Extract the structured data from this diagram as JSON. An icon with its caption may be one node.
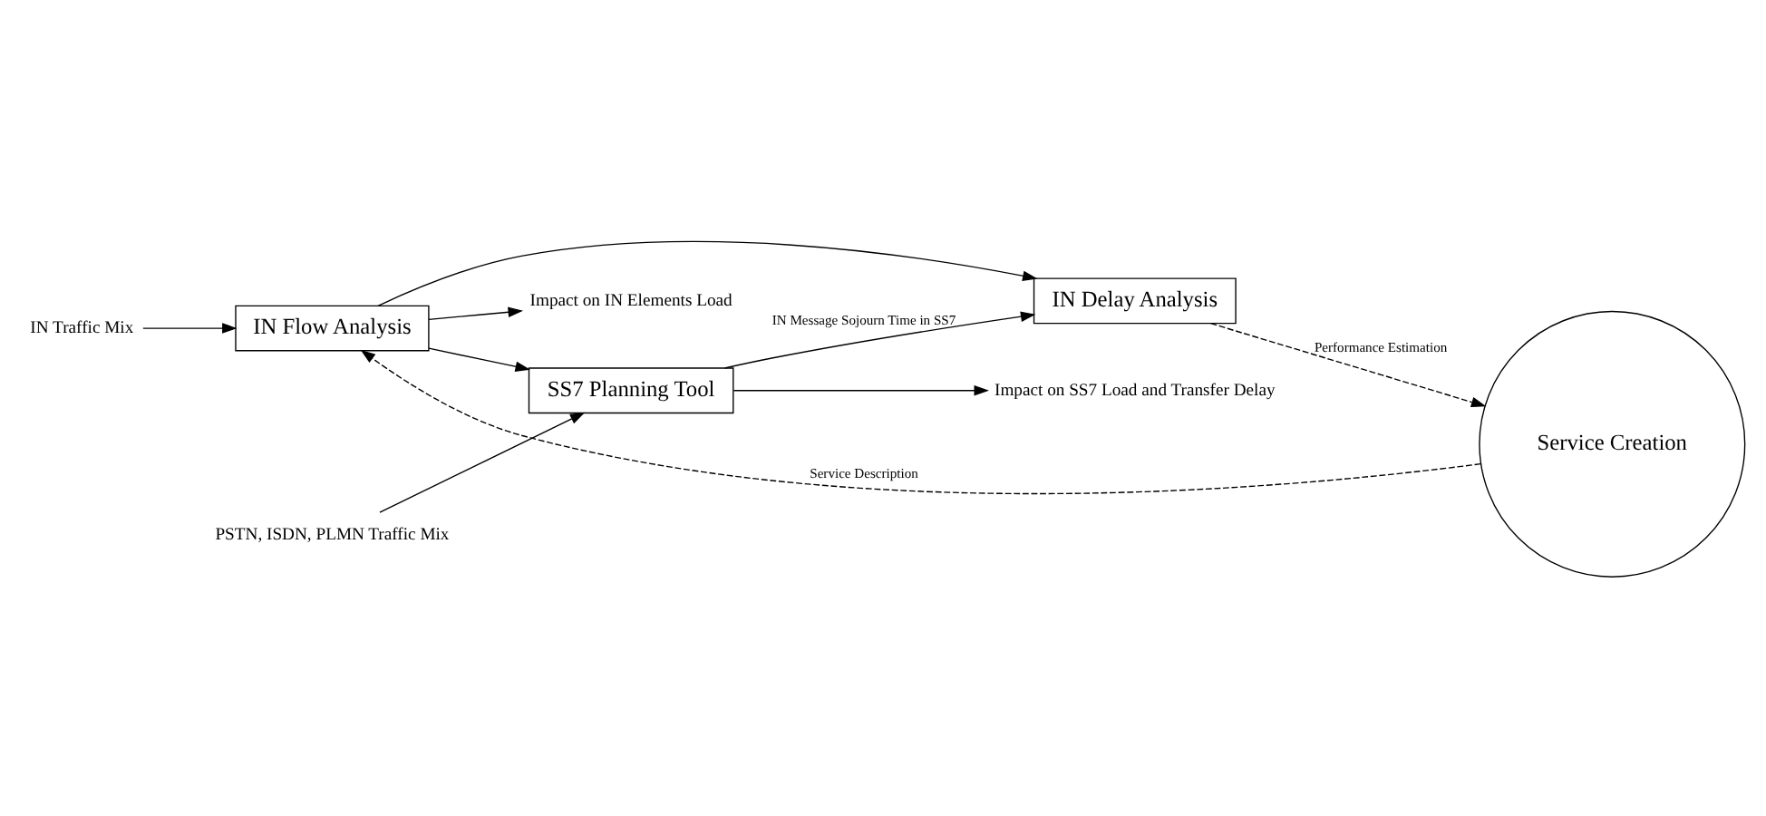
{
  "diagram": {
    "nodes": [
      {
        "text": [
          "IN Traffic Mix"
        ]
      },
      {
        "text": [
          "Impact on IN Elements Load"
        ]
      },
      {
        "text": [
          "PSTN, ISDN, PLMN Traffic Mix"
        ]
      },
      {
        "text": [
          "Impact on SS7 Load and Transfer Delay"
        ]
      },
      {
        "text": [
          "IN Flow Analysis"
        ]
      },
      {
        "text": [
          "SS7 Planning Tool"
        ]
      },
      {
        "text": [
          "IN Delay Analysis"
        ]
      },
      {
        "text": [
          "Service Creation"
        ]
      }
    ],
    "edges": [
      {
        "from": 0,
        "to": 4,
        "arrow": "to"
      },
      {
        "from": 4,
        "to": 1,
        "arrow": "to"
      },
      {
        "from": 2,
        "to": 5,
        "arrow": "to"
      },
      {
        "from": 5,
        "to": 3,
        "arrow": "to"
      },
      {
        "from": 4,
        "to": 5,
        "arrow": "to"
      },
      {
        "from": 4,
        "to": 6,
        "arrow": "to"
      },
      {
        "from": 5,
        "to": 6,
        "arrow": "to",
        "label": "IN Message Sojourn Time in SS7"
      },
      {
        "from": 7,
        "to": 4,
        "arrow": "to",
        "style": "dashed",
        "label": "Service Description"
      },
      {
        "from": 6,
        "to": 7,
        "arrow": "to",
        "style": "dashed",
        "label": "Performance Estimation"
      }
    ]
  }
}
